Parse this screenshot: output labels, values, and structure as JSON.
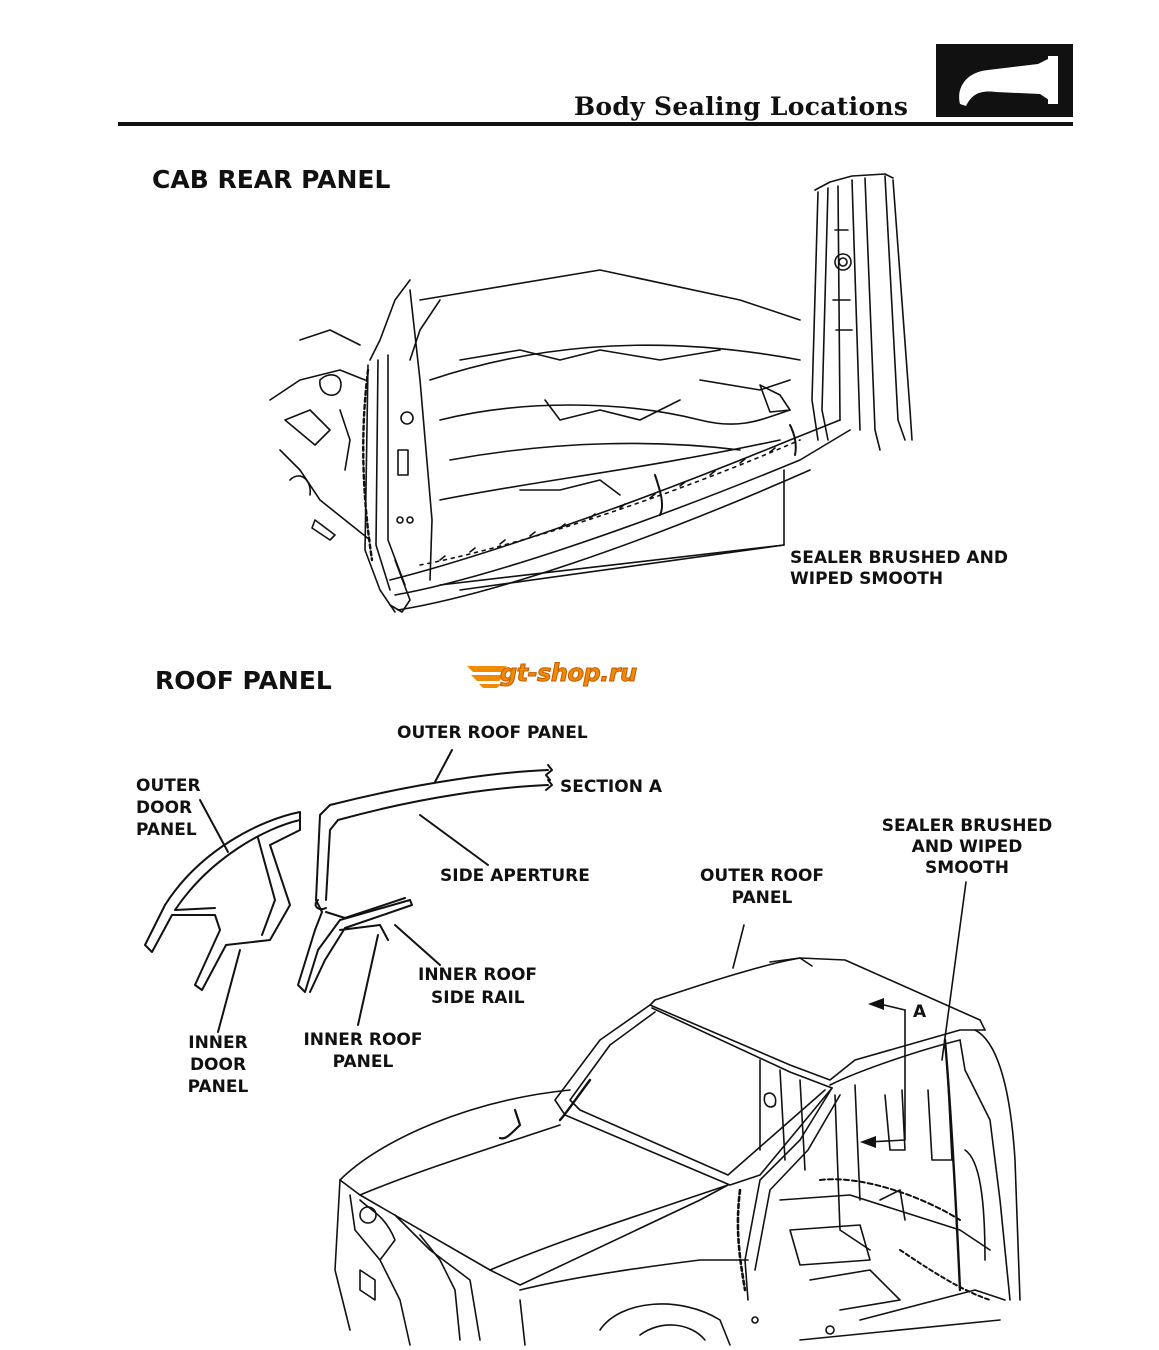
{
  "header": {
    "title": "Body Sealing Locations"
  },
  "sections": {
    "cab_rear_panel": {
      "title": "CAB REAR PANEL",
      "callout_line1": "SEALER BRUSHED AND",
      "callout_line2": "WIPED SMOOTH"
    },
    "roof_panel": {
      "title": "ROOF PANEL",
      "labels": {
        "outer_roof_panel_top": "OUTER ROOF PANEL",
        "section_a": "SECTION A",
        "outer_door_panel_1": "OUTER",
        "outer_door_panel_2": "DOOR",
        "outer_door_panel_3": "PANEL",
        "side_aperture": "SIDE APERTURE",
        "inner_roof_side_rail_1": "INNER ROOF",
        "inner_roof_side_rail_2": "SIDE RAIL",
        "inner_door_panel_1": "INNER",
        "inner_door_panel_2": "DOOR",
        "inner_door_panel_3": "PANEL",
        "inner_roof_panel_1": "INNER ROOF",
        "inner_roof_panel_2": "PANEL",
        "outer_roof_panel_1": "OUTER ROOF",
        "outer_roof_panel_2": "PANEL",
        "sealer_1": "SEALER BRUSHED",
        "sealer_2": "AND WIPED",
        "sealer_3": "SMOOTH",
        "marker_a": "A"
      }
    }
  },
  "watermark": {
    "text": "gt-shop.ru"
  }
}
